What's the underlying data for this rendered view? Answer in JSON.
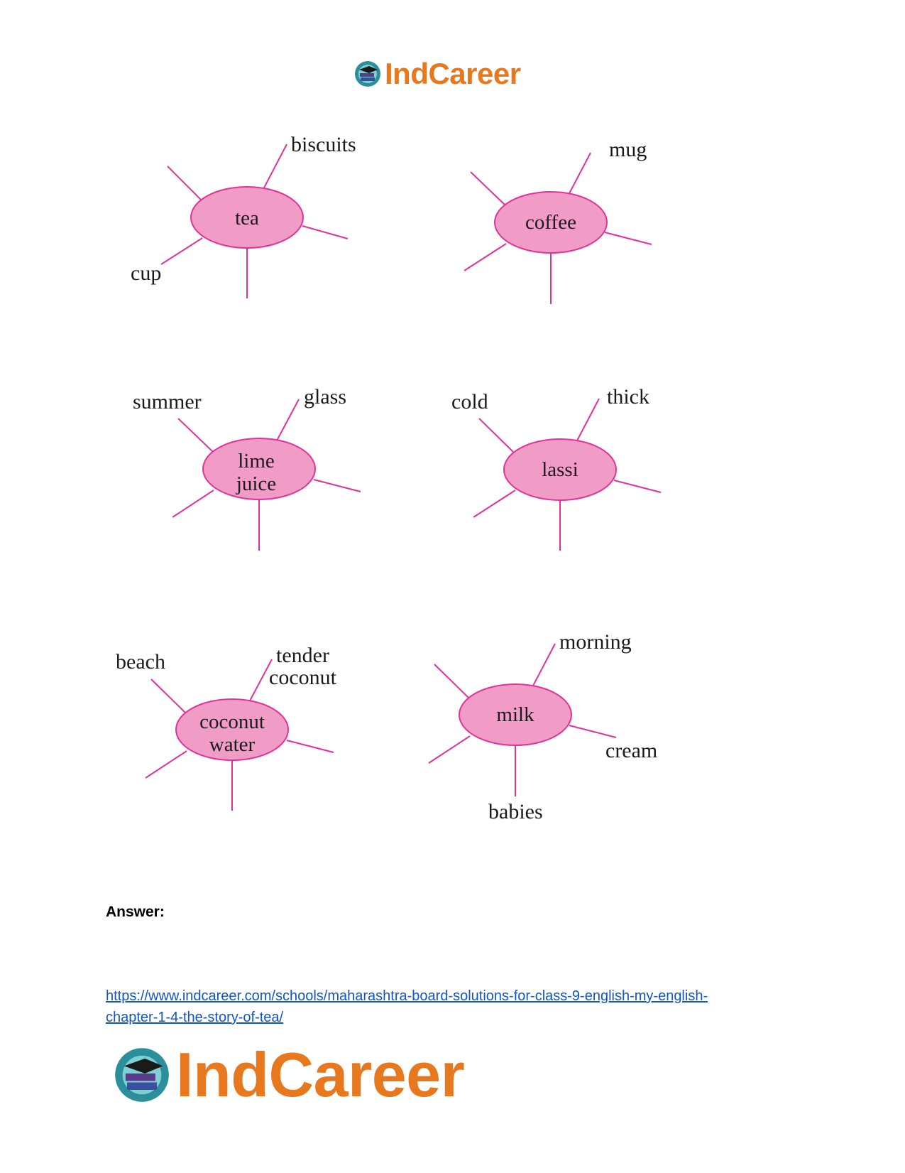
{
  "header_logo": {
    "text": "IndCareer",
    "icon": "graduation-cap-books-icon"
  },
  "diagrams": [
    {
      "center": [
        "tea"
      ],
      "words": [
        "biscuits",
        "cup"
      ]
    },
    {
      "center": [
        "coffee"
      ],
      "words": [
        "mug"
      ]
    },
    {
      "center": [
        "lime",
        "juice"
      ],
      "words": [
        "summer",
        "glass"
      ]
    },
    {
      "center": [
        "lassi"
      ],
      "words": [
        "cold",
        "thick"
      ]
    },
    {
      "center": [
        "coconut",
        "water"
      ],
      "words": [
        "beach",
        "tender",
        "coconut"
      ]
    },
    {
      "center": [
        "milk"
      ],
      "words": [
        "morning",
        "cream",
        "babies"
      ]
    }
  ],
  "answer_label": "Answer:",
  "link": {
    "line1": "https://www.indcareer.com/schools/maharashtra-board-solutions-for-class-9-english-my-english-",
    "line2": "chapter-1-4-the-story-of-tea/"
  },
  "footer_logo": {
    "text": "IndCareer",
    "icon": "graduation-cap-books-icon"
  },
  "colors": {
    "ellipse_fill": "#f19cc6",
    "line": "#e0329a",
    "logo_orange": "#e8781e",
    "link": "#1155cc"
  }
}
